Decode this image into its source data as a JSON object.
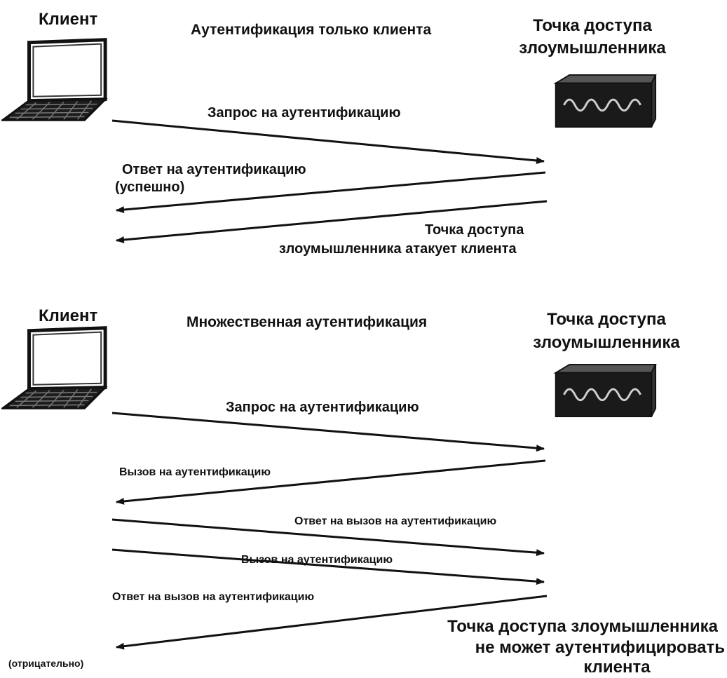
{
  "top": {
    "client_label": "Клиент",
    "title": "Аутентификация только клиента",
    "ap_label_line1": "Точка доступа",
    "ap_label_line2": "злоумышленника",
    "arrow1_label": "Запрос на аутентификацию",
    "arrow2_label_line1": "Ответ на аутентификацию",
    "arrow2_label_line2": "(успешно)",
    "arrow3_label_line1": "Точка доступа",
    "arrow3_label_line2": "злоумышленника атакует клиента"
  },
  "bottom": {
    "client_label": "Клиент",
    "title": "Множественная аутентификация",
    "ap_label_line1": "Точка доступа",
    "ap_label_line2": "злоумышленника",
    "arrow1_label": "Запрос на аутентификацию",
    "arrow2_label": "Вызов на аутентификацию",
    "arrow3_label": "Ответ на вызов на аутентификацию",
    "arrow4_label": "Вызов на аутентификацию",
    "arrow5_label": "Ответ на вызов на аутентификацию",
    "arrow5_note": "(отрицательно)",
    "result_line1": "Точка доступа злоумышленника",
    "result_line2": "не может аутентифицировать",
    "result_line3": "клиента"
  },
  "icons": {
    "client": "laptop-icon",
    "access_point": "access-point-icon",
    "arrow": "arrow-icon"
  },
  "colors": {
    "ink": "#111111",
    "device_body": "#1a1a1a"
  }
}
